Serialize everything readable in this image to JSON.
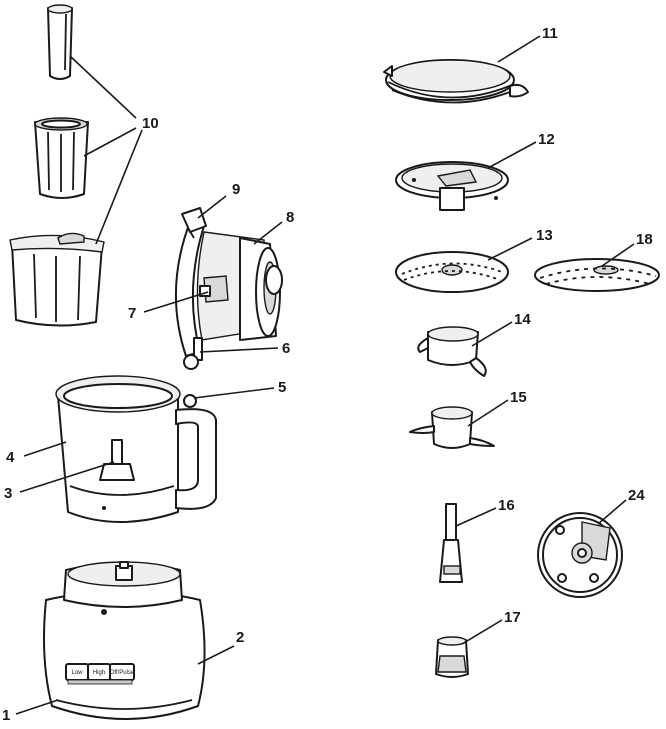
{
  "diagram": {
    "callouts": [
      {
        "id": "1",
        "label": "1"
      },
      {
        "id": "2",
        "label": "2"
      },
      {
        "id": "3",
        "label": "3"
      },
      {
        "id": "4",
        "label": "4"
      },
      {
        "id": "5",
        "label": "5"
      },
      {
        "id": "6",
        "label": "6"
      },
      {
        "id": "7",
        "label": "7"
      },
      {
        "id": "8",
        "label": "8"
      },
      {
        "id": "9",
        "label": "9"
      },
      {
        "id": "10",
        "label": "10"
      },
      {
        "id": "11",
        "label": "11"
      },
      {
        "id": "12",
        "label": "12"
      },
      {
        "id": "13",
        "label": "13"
      },
      {
        "id": "14",
        "label": "14"
      },
      {
        "id": "15",
        "label": "15"
      },
      {
        "id": "16",
        "label": "16"
      },
      {
        "id": "17",
        "label": "17"
      },
      {
        "id": "18",
        "label": "18"
      },
      {
        "id": "24",
        "label": "24"
      }
    ],
    "base_buttons": {
      "low": "Low",
      "high": "High",
      "off_pulse": "Off/Pulse"
    }
  }
}
